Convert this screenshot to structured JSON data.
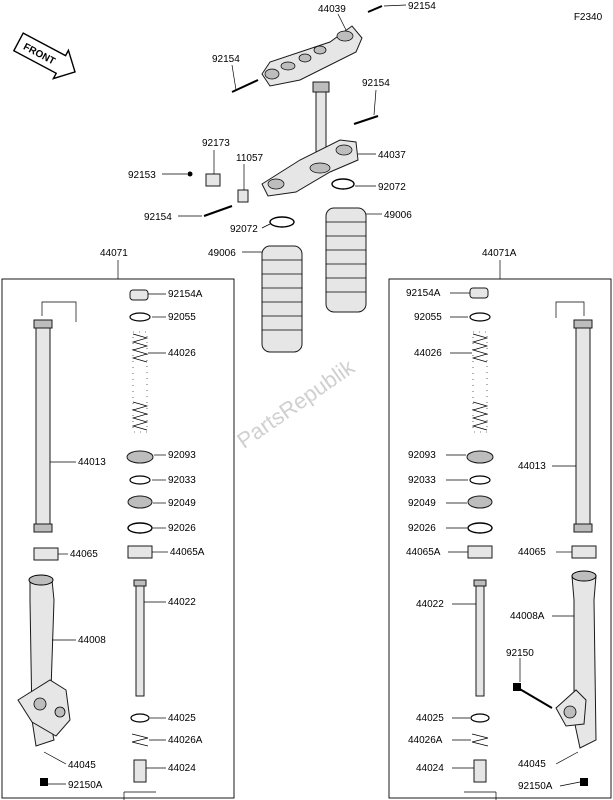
{
  "page_code": "F2340",
  "front_arrow_label": "FRONT",
  "watermark": "PartsRepublik",
  "groups": {
    "left_assembly": "44071",
    "right_assembly": "44071A"
  },
  "callouts": {
    "c44039": "44039",
    "c92154_top": "92154",
    "c92154_bracket": "92154",
    "c92154_stem": "92154",
    "c92173": "92173",
    "c11057": "11057",
    "c92153": "92153",
    "c44037": "44037",
    "c92072_upper": "92072",
    "c92154_lower": "92154",
    "c49006_right": "49006",
    "c92072_lower": "92072",
    "c49006_left": "49006",
    "L_92154A": "92154A",
    "L_92055": "92055",
    "L_44026": "44026",
    "L_44013": "44013",
    "L_92093": "92093",
    "L_92033": "92033",
    "L_92049": "92049",
    "L_92026": "92026",
    "L_44065": "44065",
    "L_44065A": "44065A",
    "L_44022": "44022",
    "L_44008": "44008",
    "L_44025": "44025",
    "L_44026A": "44026A",
    "L_44045": "44045",
    "L_44024": "44024",
    "L_92150A": "92150A",
    "R_92154A": "92154A",
    "R_92055": "92055",
    "R_44026": "44026",
    "R_44013": "44013",
    "R_92093": "92093",
    "R_92033": "92033",
    "R_92049": "92049",
    "R_92026": "92026",
    "R_44065A": "44065A",
    "R_44065": "44065",
    "R_44022": "44022",
    "R_44008A": "44008A",
    "R_92150": "92150",
    "R_44025": "44025",
    "R_44026A": "44026A",
    "R_44045": "44045",
    "R_44024": "44024",
    "R_92150A": "92150A"
  },
  "colors": {
    "line": "#000000",
    "part_fill": "#e6e6e6",
    "part_dark": "#bdbdbd",
    "watermark": "#d0d0d0"
  }
}
